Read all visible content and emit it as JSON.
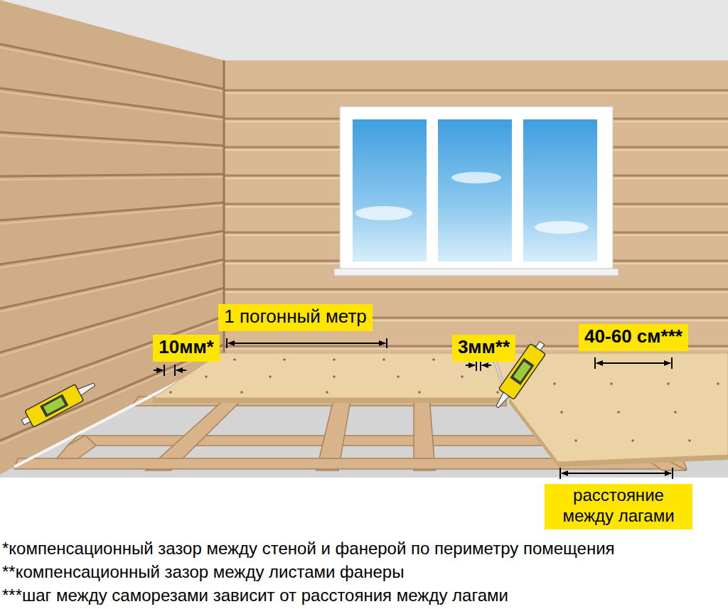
{
  "diagram": {
    "nodes": [
      {
        "text": [
          "1 погонный метр"
        ]
      },
      {
        "text": [
          "10мм*"
        ]
      },
      {
        "text": [
          "3мм**"
        ]
      },
      {
        "text": [
          "40-60 см***"
        ]
      },
      {
        "text": [
          "расстояние между лагами"
        ]
      }
    ],
    "labels": [
      "*компенсационный зазор между стеной и фанерой по периметру помещения",
      "**компенсационный зазор между листами фанеры",
      "***шаг между саморезами зависит от расстояния между лагами"
    ]
  }
}
